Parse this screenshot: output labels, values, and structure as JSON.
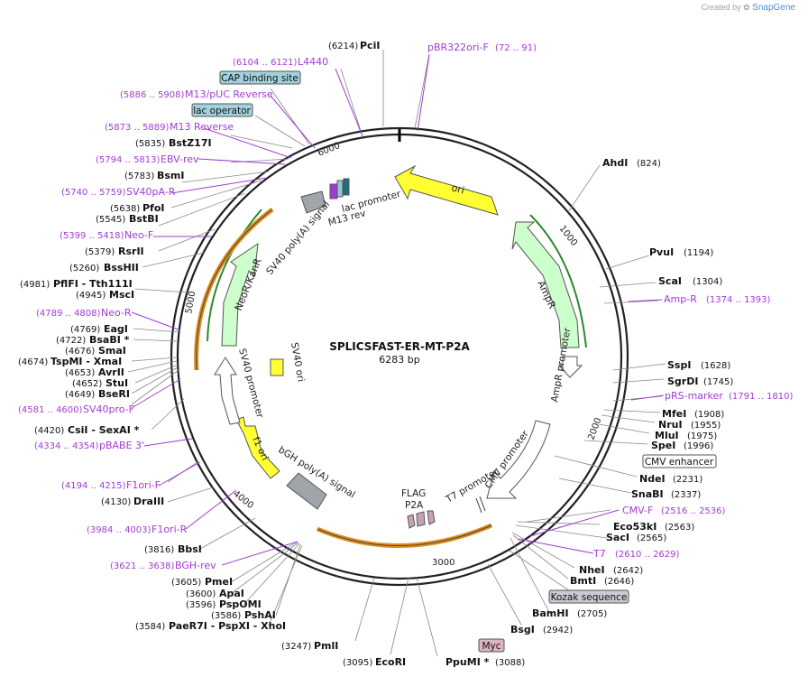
{
  "header": {
    "created_by": "Created by",
    "brand": "SnapGene"
  },
  "plasmid": {
    "name": "SPLICSFAST-ER-MT-P2A",
    "length": "6283 bp"
  },
  "ticks": [
    "1000",
    "2000",
    "3000",
    "4000",
    "5000",
    "6000"
  ],
  "features": {
    "ori": "ori",
    "ampr": "AmpR",
    "ampr_promoter": "AmpR promoter",
    "cmv_promoter": "CMV promoter",
    "t7_promoter": "T7 promoter",
    "flag": "FLAG",
    "p2a": "P2A",
    "bgh": "bGH poly(A) signal",
    "f1ori": "f1 ori",
    "sv40_promoter": "SV40 promoter",
    "sv40_ori": "SV40 ori",
    "neor": "NeoR/KanR",
    "sv40_polya": "SV40 poly(A) signal",
    "m13rev": "M13 rev",
    "lac_promoter": "lac promoter"
  },
  "boxes": {
    "cap": "CAP binding site",
    "lac_operator": "lac operator",
    "cmv_enhancer": "CMV enhancer",
    "kozak": "Kozak sequence",
    "myc": "Myc"
  },
  "right_labels": [
    {
      "name": "AhdI",
      "pos": "(824)"
    },
    {
      "name": "PvuI",
      "pos": "(1194)"
    },
    {
      "name": "ScaI",
      "pos": "(1304)"
    },
    {
      "name": "Amp-R",
      "pos": "(1374 .. 1393)"
    },
    {
      "name": "SspI",
      "pos": "(1628)"
    },
    {
      "name": "SgrDI",
      "pos": "(1745)"
    },
    {
      "name": "pRS-marker",
      "pos": "(1791 .. 1810)"
    },
    {
      "name": "MfeI",
      "pos": "(1908)"
    },
    {
      "name": "NruI",
      "pos": "(1955)"
    },
    {
      "name": "MluI",
      "pos": "(1975)"
    },
    {
      "name": "SpeI",
      "pos": "(1996)"
    },
    {
      "name": "NdeI",
      "pos": "(2231)"
    },
    {
      "name": "SnaBI",
      "pos": "(2337)"
    },
    {
      "name": "CMV-F",
      "pos": "(2516 .. 2536)"
    },
    {
      "name": "Eco53kI",
      "pos": "(2563)"
    },
    {
      "name": "SacI",
      "pos": "(2565)"
    },
    {
      "name": "T7",
      "pos": "(2610 .. 2629)"
    },
    {
      "name": "NheI",
      "pos": "(2642)"
    },
    {
      "name": "BmtI",
      "pos": "(2646)"
    },
    {
      "name": "BamHI",
      "pos": "(2705)"
    },
    {
      "name": "BsgI",
      "pos": "(2942)"
    }
  ],
  "top_labels": [
    {
      "name": "PciI",
      "pos": "(6214)"
    },
    {
      "name": "pBR322ori-F",
      "pos": "(72 .. 91)"
    },
    {
      "name": "L4440",
      "pos": "(6104 .. 6121)"
    }
  ],
  "left_labels": [
    {
      "name": "M13/pUC Reverse",
      "pos": "(5886 .. 5908)"
    },
    {
      "name": "M13 Reverse",
      "pos": "(5873 .. 5889)"
    },
    {
      "name": "BstZ17I",
      "pos": "(5835)"
    },
    {
      "name": "EBV-rev",
      "pos": "(5794 .. 5813)"
    },
    {
      "name": "BsmI",
      "pos": "(5783)"
    },
    {
      "name": "SV40pA-R",
      "pos": "(5740 .. 5759)"
    },
    {
      "name": "PfoI",
      "pos": "(5638)"
    },
    {
      "name": "BstBI",
      "pos": "(5545)"
    },
    {
      "name": "Neo-F",
      "pos": "(5399 .. 5418)"
    },
    {
      "name": "RsrII",
      "pos": "(5379)"
    },
    {
      "name": "BssHII",
      "pos": "(5260)"
    },
    {
      "name": "PflFI - Tth111I",
      "pos": "(4981)"
    },
    {
      "name": "MscI",
      "pos": "(4945)"
    },
    {
      "name": "Neo-R",
      "pos": "(4789 .. 4808)"
    },
    {
      "name": "EagI",
      "pos": "(4769)"
    },
    {
      "name": "BsaBI *",
      "pos": "(4722)"
    },
    {
      "name": "SmaI",
      "pos": "(4676)"
    },
    {
      "name": "TspMI - XmaI",
      "pos": "(4674)"
    },
    {
      "name": "AvrII",
      "pos": "(4653)"
    },
    {
      "name": "StuI",
      "pos": "(4652)"
    },
    {
      "name": "BseRI",
      "pos": "(4649)"
    },
    {
      "name": "SV40pro-F",
      "pos": "(4581 .. 4600)"
    },
    {
      "name": "CsiI - SexAI *",
      "pos": "(4420)"
    },
    {
      "name": "pBABE 3'",
      "pos": "(4334 .. 4354)"
    },
    {
      "name": "F1ori-F",
      "pos": "(4194 .. 4215)"
    },
    {
      "name": "DraIII",
      "pos": "(4130)"
    },
    {
      "name": "F1ori-R",
      "pos": "(3984 .. 4003)"
    },
    {
      "name": "BbsI",
      "pos": "(3816)"
    },
    {
      "name": "BGH-rev",
      "pos": "(3621 .. 3638)"
    },
    {
      "name": "PmeI",
      "pos": "(3605)"
    },
    {
      "name": "ApaI",
      "pos": "(3600)"
    },
    {
      "name": "PspOMI",
      "pos": "(3596)"
    },
    {
      "name": "PshAI",
      "pos": "(3586)"
    },
    {
      "name": "PaeR7I - PspXI - XhoI",
      "pos": "(3584)"
    }
  ],
  "bottom_labels": [
    {
      "name": "PmlI",
      "pos": "(3247)"
    },
    {
      "name": "EcoRI",
      "pos": "(3095)"
    },
    {
      "name": "PpuMI *",
      "pos": "(3088)"
    }
  ]
}
